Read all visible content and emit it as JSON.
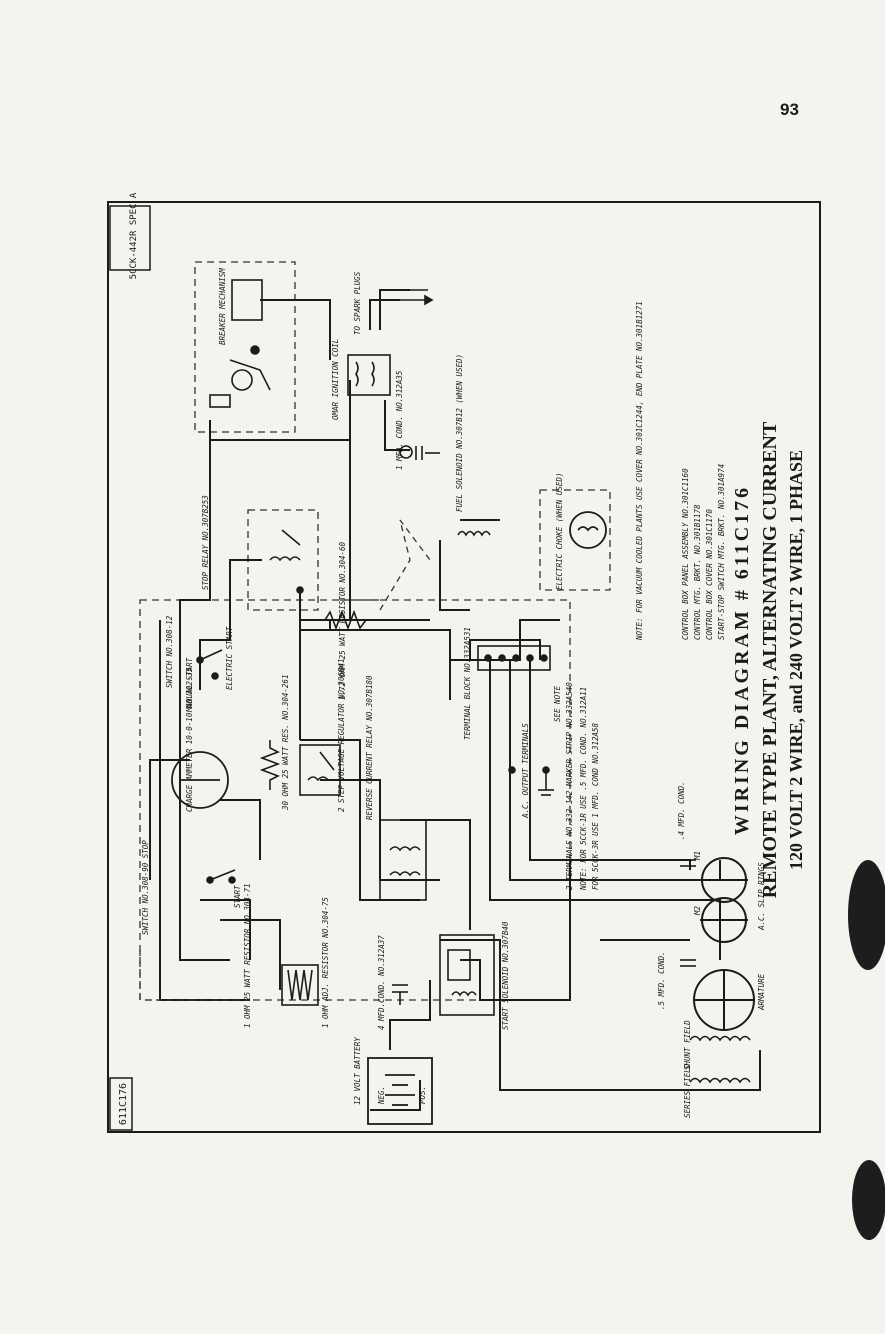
{
  "page_number": "93",
  "drawing_number_top": "5CCK-442R SPEC A",
  "drawing_number_bottom": "611C176",
  "title": {
    "line1": "WIRING DIAGRAM  # 611C176",
    "line2": "REMOTE TYPE PLANT, ALTERNATING CURRENT",
    "line3": "120 VOLT 2 WIRE, and 240 VOLT 2 WIRE, 1 PHASE"
  },
  "labels": {
    "breaker": "BREAKER MECHANISM",
    "ignition_coil": "OMAR IGNITION COIL",
    "spark_plugs": "TO SPARK PLUGS",
    "ign_cond": "1 MFD. COND. NO.312A35",
    "fuel_solenoid": "FUEL SOLENOID NO.307B12 (WHEN USED)",
    "stop_relay": "STOP RELAY NO.307B253",
    "switch_top": "SWITCH NO.308-12",
    "manual_start": "MANUAL START",
    "electric_start": "ELECTRIC START",
    "resistor_172": "1.72 OHM 25 WATT RESISTOR NO.304-60",
    "charge_ammeter": "CHARGE AMMETER 10-0-10 NO.302-35",
    "res_30ohm": "30 OHM 25 WATT RES. NO.304-261",
    "voltage_regulator": "2 STEP VOLTAGE REGULATOR NO.306B41",
    "reverse_current_relay": "REVERSE CURRENT RELAY NO.307B180",
    "switch_stop_start": "SWITCH NO.308-90 STOP",
    "start": "START",
    "res_1ohm_a": "1 OHM 25 WATT RESISTOR NO.304-71",
    "res_1ohm_b": "1 OHM ADJ. RESISTOR NO.304-75",
    "cond_4mfd": "4 MFD.COND. NO.312A37",
    "start_solenoid": "START SOLENOID NO.307B40",
    "battery": "12 VOLT BATTERY",
    "neg": "NEG.",
    "pos": "POS.",
    "terminal_block": "TERMINAL BLOCK NO.332A531",
    "ac_output": "A.C. OUTPUT TERMINALS",
    "see_note": "SEE NOTE",
    "terminals_note": "2 TERMINALS NO.332-142 MARKER STRIP NO.332A540",
    "note_5cck": "NOTE: FOR 5CCK-1R USE .5 MFD. COND. NO.312A11",
    "note_5cck_b": "FOR 5CCK-3R USE 1 MFD. COND NO.312A58",
    "electric_choke": "ELECTRIC CHOKE (WHEN USED)",
    "note_vacuum": "NOTE: FOR VACUUM COOLED PLANTS USE COVER NO.301C1244, END PLATE NO.301B1271",
    "control_box": "CONTROL BOX PANEL ASSEMBLY NO.301C1160",
    "control_mtg": "CONTROL MTG. BRKT. NO.301B1178",
    "control_cover": "CONTROL BOX COVER NO.301C1170",
    "stop_start_mtg": "START-STOP SWITCH MTG. BRKT. NO.301A974",
    "ac_slip_rings": "A.C. SLIP RINGS",
    "armature": "ARMATURE",
    "cond_5mfd": ".5 MFD. COND.",
    "cond_4mfd_top": ".4 MFD. COND.",
    "shunt_field": "SHUNT FIELD",
    "series_field": "SERIES FIELD",
    "m1": "M1",
    "m2": "M2"
  }
}
